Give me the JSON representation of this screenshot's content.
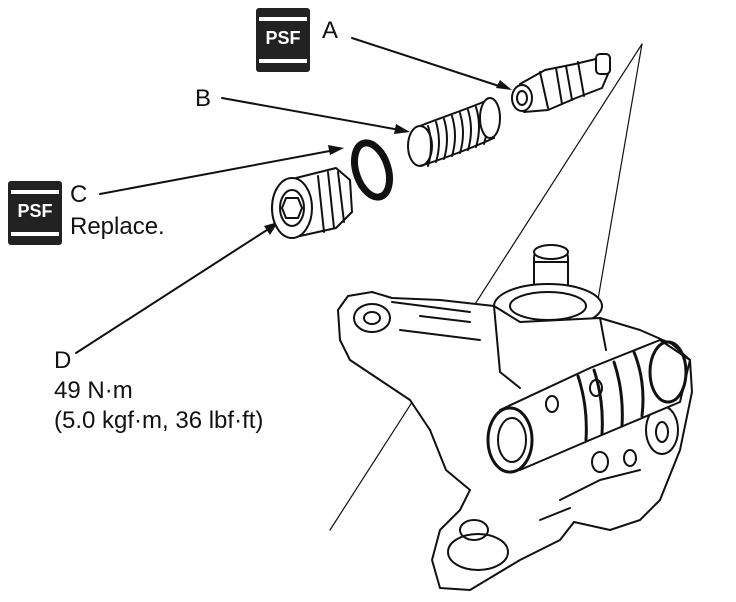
{
  "badges": {
    "psf_a": "PSF",
    "psf_c": "PSF"
  },
  "callouts": {
    "a": {
      "letter": "A"
    },
    "b": {
      "letter": "B"
    },
    "c": {
      "letter": "C",
      "note": "Replace."
    },
    "d": {
      "letter": "D",
      "torque": "49 N·m",
      "torque_alt": "(5.0 kgf·m, 36 lbf·ft)"
    }
  },
  "icons": [
    "valve-icon",
    "spring-icon",
    "o-ring-icon",
    "plug-bolt-icon",
    "pump-housing-icon"
  ]
}
